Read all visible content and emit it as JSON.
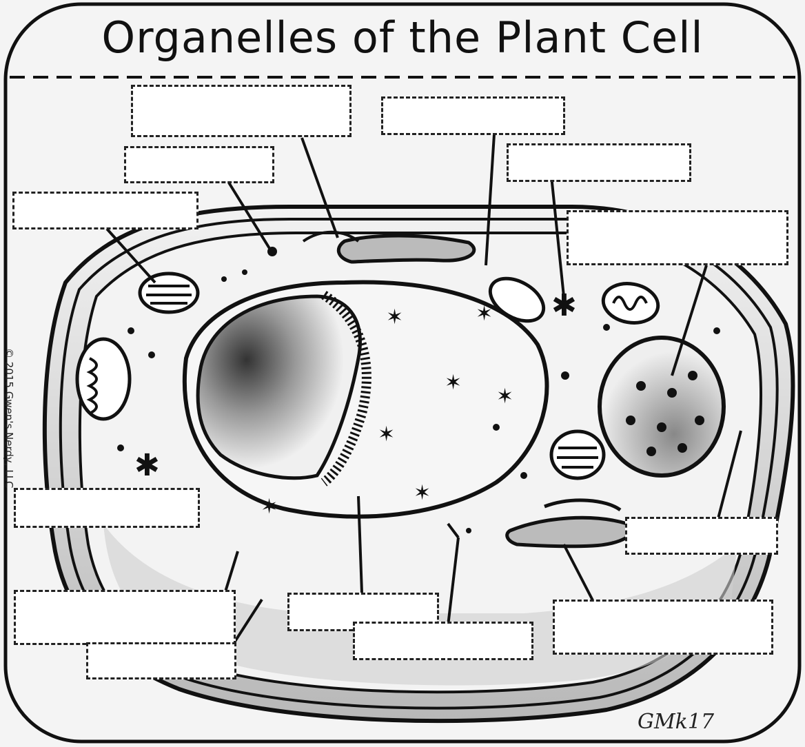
{
  "title": "Organelles of the Plant Cell",
  "copyright": "© 2015 Gwen's Nerdy, LLC",
  "signature": "GMk17",
  "label_boxes": [
    {
      "label": ""
    },
    {
      "label": ""
    },
    {
      "label": ""
    },
    {
      "label": ""
    },
    {
      "label": ""
    },
    {
      "label": ""
    },
    {
      "label": ""
    },
    {
      "label": ""
    },
    {
      "label": ""
    },
    {
      "label": ""
    },
    {
      "label": ""
    },
    {
      "label": ""
    },
    {
      "label": ""
    },
    {
      "label": ""
    }
  ]
}
